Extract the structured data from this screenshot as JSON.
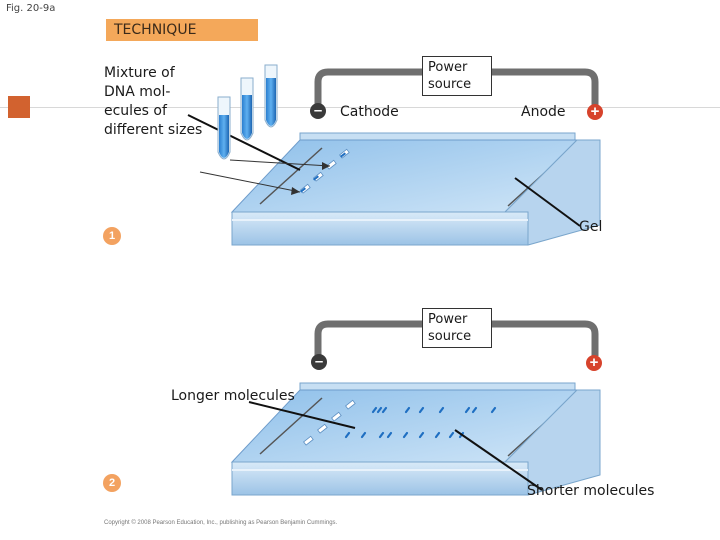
{
  "figure_label": "Fig. 20-9a",
  "header": "TECHNIQUE",
  "step1": {
    "number": "1",
    "mixture_label": "Mixture of DNA mol-ecules of different sizes",
    "power_label": "Power source",
    "cathode_label": "Cathode",
    "anode_label": "Anode",
    "gel_label": "Gel",
    "negative_symbol": "–",
    "positive_symbol": "+"
  },
  "step2": {
    "number": "2",
    "power_label": "Power source",
    "longer_label": "Longer molecules",
    "shorter_label": "Shorter molecules",
    "negative_symbol": "–",
    "positive_symbol": "+"
  },
  "copyright": "Copyright © 2008 Pearson Education, Inc., publishing as Pearson Benjamin Cummings.",
  "colors": {
    "accent": "#f4a85a",
    "deco_square": "#d2622f",
    "gel_blue": "#a9cfee",
    "tray_blue": "#cfe4f5",
    "band_blue": "#1f6fc2",
    "positive": "#d7432c",
    "negative": "#3a3a3a"
  }
}
